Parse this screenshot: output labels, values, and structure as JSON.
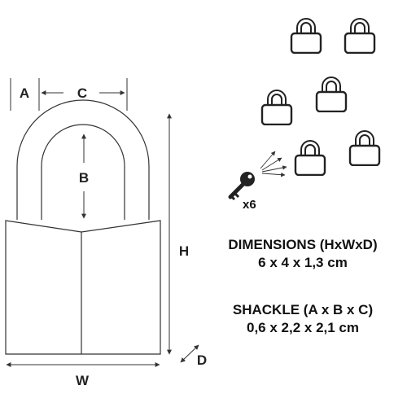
{
  "diagram": {
    "labels": {
      "a": "A",
      "b": "B",
      "c": "C",
      "h": "H",
      "w": "W",
      "d": "D"
    },
    "key_quantity": "x6",
    "padlock_count": 6
  },
  "specs": {
    "dimensions": {
      "title": "DIMENSIONS (HxWxD)",
      "value": "6 x 4 x 1,3 cm"
    },
    "shackle": {
      "title": "SHACKLE (A x B x C)",
      "value": "0,6 x 2,2 x 2,1 cm"
    }
  },
  "colors": {
    "line": "#333333",
    "icon": "#222222"
  }
}
